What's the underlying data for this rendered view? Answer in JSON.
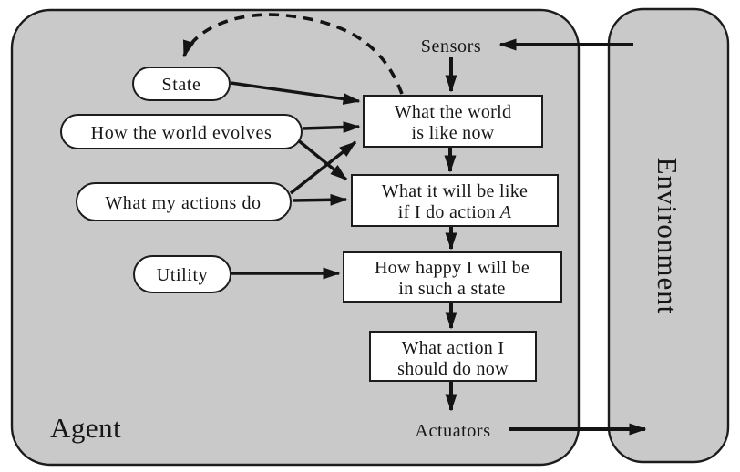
{
  "diagram": {
    "agent": {
      "label": "Agent"
    },
    "environment": {
      "label": "Environment"
    },
    "io": {
      "sensors_label": "Sensors",
      "actuators_label": "Actuators"
    },
    "ovals": {
      "state": "State",
      "how_world_evolves": "How the world evolves",
      "what_actions_do": "What my actions do",
      "utility": "Utility"
    },
    "boxes": {
      "world_now": {
        "line1": "What the world",
        "line2": "is like now"
      },
      "world_future": {
        "line1": "What it will be like",
        "line2_prefix": "if I do action",
        "line2_action_var": "A"
      },
      "happiness": {
        "line1": "How happy I will be",
        "line2": "in such a state"
      },
      "next_action": {
        "line1": "What action I",
        "line2": "should do now"
      }
    },
    "colors": {
      "panel_fill": "#c9c9c9",
      "node_fill": "#ffffff",
      "line": "#141414"
    }
  }
}
